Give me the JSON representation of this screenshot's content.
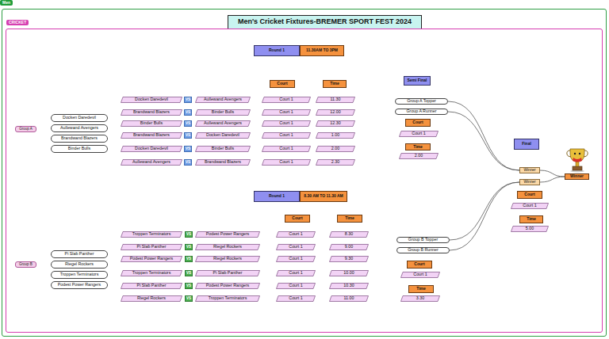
{
  "diagram": {
    "nodes": [
      {
        "text": [
          "Men"
        ]
      },
      {
        "text": [
          "Men's Cricket Fixtures-BREMER SPORT FEST 2024"
        ],
        "in": 0
      },
      {
        "text": [
          "CRICKET"
        ],
        "in": 0
      },
      {
        "text": [
          "Round 1"
        ],
        "in": 2
      },
      {
        "text": [
          "11.30AM TO 3PM"
        ],
        "in": 2
      },
      {
        "text": [
          "Court"
        ],
        "in": 2
      },
      {
        "text": [
          "Time"
        ],
        "in": 2
      },
      {
        "text": [
          "Semi Final"
        ],
        "in": 2
      },
      {
        "text": [
          "Group A"
        ],
        "in": 2
      },
      {
        "text": [
          "Docken Daredevil"
        ],
        "in": 2
      },
      {
        "text": [
          "Aullewand Avengers"
        ],
        "in": 2
      },
      {
        "text": [
          "Brandwand Blazers"
        ],
        "in": 2
      },
      {
        "text": [
          "Binder Bulls"
        ],
        "in": 2
      },
      {
        "text": [
          "Docken Daredevil"
        ],
        "in": 2
      },
      {
        "text": [
          "VS"
        ],
        "in": 2
      },
      {
        "text": [
          "Aullewand Avengers"
        ],
        "in": 2
      },
      {
        "text": [
          "Court 1"
        ],
        "in": 2
      },
      {
        "text": [
          "11.30"
        ],
        "in": 2
      },
      {
        "text": [
          "Brandwand Blazers"
        ],
        "in": 2
      },
      {
        "text": [
          "VS"
        ],
        "in": 2
      },
      {
        "text": [
          "Binder Bulls"
        ],
        "in": 2
      },
      {
        "text": [
          "Court 1"
        ],
        "in": 2
      },
      {
        "text": [
          "12.00"
        ],
        "in": 2
      },
      {
        "text": [
          "Binder Bulls"
        ],
        "in": 2
      },
      {
        "text": [
          "VS"
        ],
        "in": 2
      },
      {
        "text": [
          "Aullewand Avengers"
        ],
        "in": 2
      },
      {
        "text": [
          "Court 1"
        ],
        "in": 2
      },
      {
        "text": [
          "12.30"
        ],
        "in": 2
      },
      {
        "text": [
          "Brandwand Blazers"
        ],
        "in": 2
      },
      {
        "text": [
          "VS"
        ],
        "in": 2
      },
      {
        "text": [
          "Docken Daredevil"
        ],
        "in": 2
      },
      {
        "text": [
          "Court 1"
        ],
        "in": 2
      },
      {
        "text": [
          "1.00"
        ],
        "in": 2
      },
      {
        "text": [
          "Docken Daredevil"
        ],
        "in": 2
      },
      {
        "text": [
          "VS"
        ],
        "in": 2
      },
      {
        "text": [
          "Binder Bulls"
        ],
        "in": 2
      },
      {
        "text": [
          "Court 1"
        ],
        "in": 2
      },
      {
        "text": [
          "2.00"
        ],
        "in": 2
      },
      {
        "text": [
          "Aullewand Avengers"
        ],
        "in": 2
      },
      {
        "text": [
          "VS"
        ],
        "in": 2
      },
      {
        "text": [
          "Brandwand Blazers"
        ],
        "in": 2
      },
      {
        "text": [
          "Court 1"
        ],
        "in": 2
      },
      {
        "text": [
          "2.30"
        ],
        "in": 2
      },
      {
        "text": [
          "Group A Topper"
        ],
        "in": 2
      },
      {
        "text": [
          "Group A Runner"
        ],
        "in": 2
      },
      {
        "text": [
          "Court"
        ],
        "in": 2
      },
      {
        "text": [
          "Court 1"
        ],
        "in": 2
      },
      {
        "text": [
          "Time"
        ],
        "in": 2
      },
      {
        "text": [
          "2.00"
        ],
        "in": 2
      },
      {
        "text": [
          "Final"
        ],
        "in": 2
      },
      {
        "text": [
          "Winner"
        ],
        "in": 2
      },
      {
        "text": [
          "Winner"
        ],
        "in": 2
      },
      {
        "text": [
          "Winner"
        ],
        "in": 2
      },
      {
        "text": [
          "Court"
        ],
        "in": 2
      },
      {
        "text": [
          "Court 1"
        ],
        "in": 2
      },
      {
        "text": [
          "Time"
        ],
        "in": 2
      },
      {
        "text": [
          "5.00"
        ],
        "in": 2
      },
      {
        "text": [
          "Round 1"
        ],
        "in": 2
      },
      {
        "text": [
          "8.30 AM TO 11.30 AM"
        ],
        "in": 2
      },
      {
        "text": [
          "Court"
        ],
        "in": 2
      },
      {
        "text": [
          "Time"
        ],
        "in": 2
      },
      {
        "text": [
          "Group B"
        ],
        "in": 2
      },
      {
        "text": [
          "Pi Slab Panther"
        ],
        "in": 2
      },
      {
        "text": [
          "Riegel Rockers"
        ],
        "in": 2
      },
      {
        "text": [
          "Troppen Terminators"
        ],
        "in": 2
      },
      {
        "text": [
          "Podest Power Rangers"
        ],
        "in": 2
      },
      {
        "text": [
          "Troppen Terminators"
        ],
        "in": 2
      },
      {
        "text": [
          "VS"
        ],
        "in": 2
      },
      {
        "text": [
          "Podest Power Rangers"
        ],
        "in": 2
      },
      {
        "text": [
          "Court 1"
        ],
        "in": 2
      },
      {
        "text": [
          "8.30"
        ],
        "in": 2
      },
      {
        "text": [
          "Pi Slab Panther"
        ],
        "in": 2
      },
      {
        "text": [
          "VS"
        ],
        "in": 2
      },
      {
        "text": [
          "Riegel Rockers"
        ],
        "in": 2
      },
      {
        "text": [
          "Court 1"
        ],
        "in": 2
      },
      {
        "text": [
          "9.00"
        ],
        "in": 2
      },
      {
        "text": [
          "Podest Power Rangers"
        ],
        "in": 2
      },
      {
        "text": [
          "VS"
        ],
        "in": 2
      },
      {
        "text": [
          "Riegel Rockers"
        ],
        "in": 2
      },
      {
        "text": [
          "Court 1"
        ],
        "in": 2
      },
      {
        "text": [
          "9.30"
        ],
        "in": 2
      },
      {
        "text": [
          "Troppen Terminators"
        ],
        "in": 2
      },
      {
        "text": [
          "VS"
        ],
        "in": 2
      },
      {
        "text": [
          "Pi Slab Panther"
        ],
        "in": 2
      },
      {
        "text": [
          "Court 1"
        ],
        "in": 2
      },
      {
        "text": [
          "10.00"
        ],
        "in": 2
      },
      {
        "text": [
          "Pi Slab Panther"
        ],
        "in": 2
      },
      {
        "text": [
          "VS"
        ],
        "in": 2
      },
      {
        "text": [
          "Podest Power Rangers"
        ],
        "in": 2
      },
      {
        "text": [
          "Court 1"
        ],
        "in": 2
      },
      {
        "text": [
          "10.30"
        ],
        "in": 2
      },
      {
        "text": [
          "Riegel Rockers"
        ],
        "in": 2
      },
      {
        "text": [
          "VS"
        ],
        "in": 2
      },
      {
        "text": [
          "Troppen Terminators"
        ],
        "in": 2
      },
      {
        "text": [
          "Court 1"
        ],
        "in": 2
      },
      {
        "text": [
          "11.00"
        ],
        "in": 2
      },
      {
        "text": [
          "Group B Topper"
        ],
        "in": 2
      },
      {
        "text": [
          "Group B Runner"
        ],
        "in": 2
      },
      {
        "text": [
          "Court"
        ],
        "in": 2
      },
      {
        "text": [
          "Court 1"
        ],
        "in": 2
      },
      {
        "text": [
          "Time"
        ],
        "in": 2
      },
      {
        "text": [
          "3.30"
        ],
        "in": 2
      }
    ],
    "edges": [
      {
        "from": 43,
        "to": 50,
        "arrow": "none"
      },
      {
        "from": 44,
        "to": 50,
        "arrow": "none"
      },
      {
        "from": 96,
        "to": 51,
        "arrow": "none"
      },
      {
        "from": 97,
        "to": 51,
        "arrow": "none"
      },
      {
        "from": 50,
        "to": 52,
        "arrow": "none"
      },
      {
        "from": 51,
        "to": 52,
        "arrow": "none"
      }
    ]
  }
}
